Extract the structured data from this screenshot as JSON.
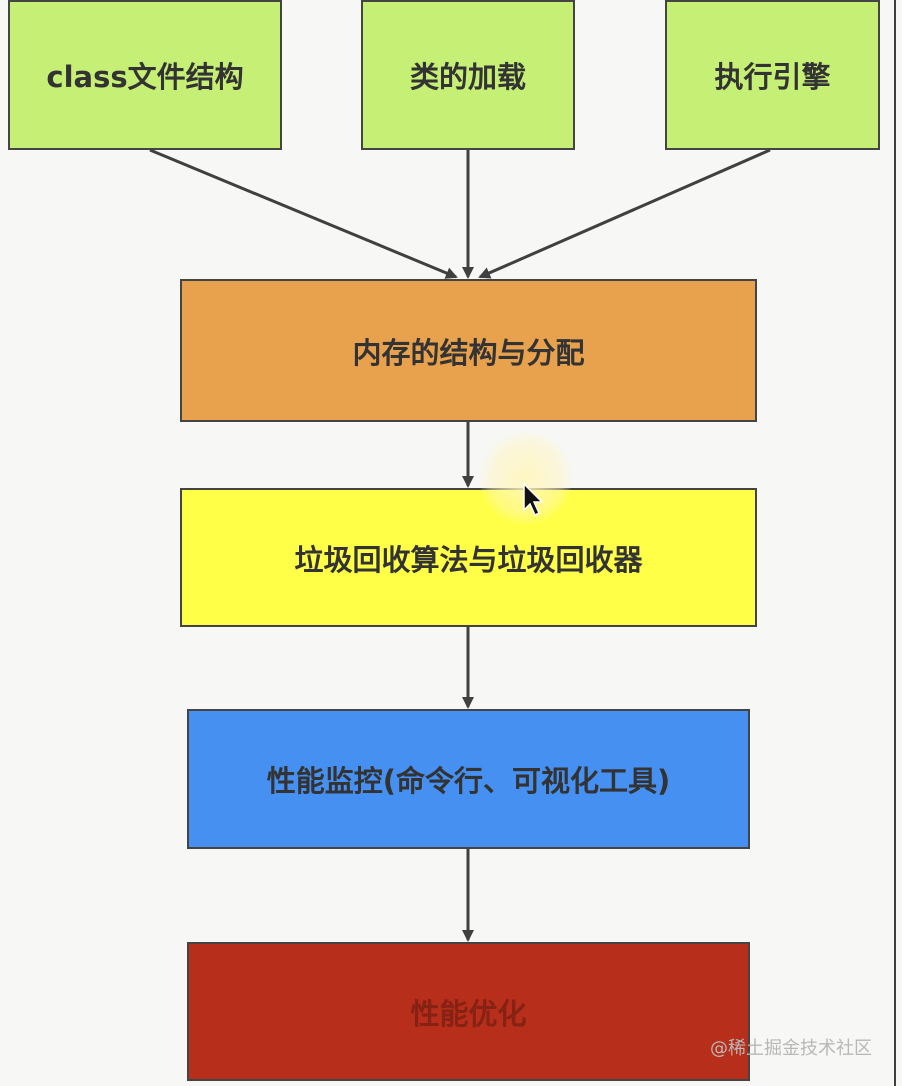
{
  "diagram": {
    "nodes": {
      "class_structure": "class文件结构",
      "class_loading": "类的加载",
      "execution_engine": "执行引擎",
      "memory": "内存的结构与分配",
      "gc": "垃圾回收算法与垃圾回收器",
      "monitoring": "性能监控(命令行、可视化工具)",
      "optimization": "性能优化"
    },
    "colors": {
      "top_row": "#c6ef75",
      "memory": "#e8a24e",
      "gc": "#ffff48",
      "monitoring": "#4590f0",
      "optimization": "#b72e1b"
    }
  },
  "watermark": "@稀土掘金技术社区"
}
